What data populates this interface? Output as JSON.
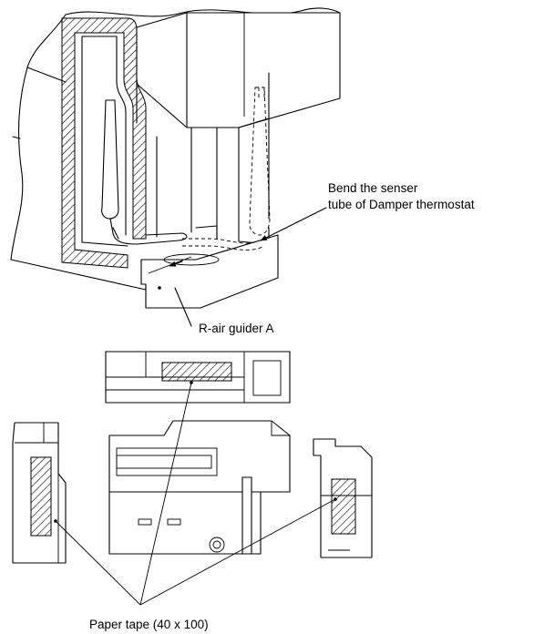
{
  "labels": {
    "bend_line1": "Bend the senser",
    "bend_line2": "tube of Damper thermostat",
    "guider": "R-air guider A",
    "tape": "Paper tape (40 x 100)"
  }
}
